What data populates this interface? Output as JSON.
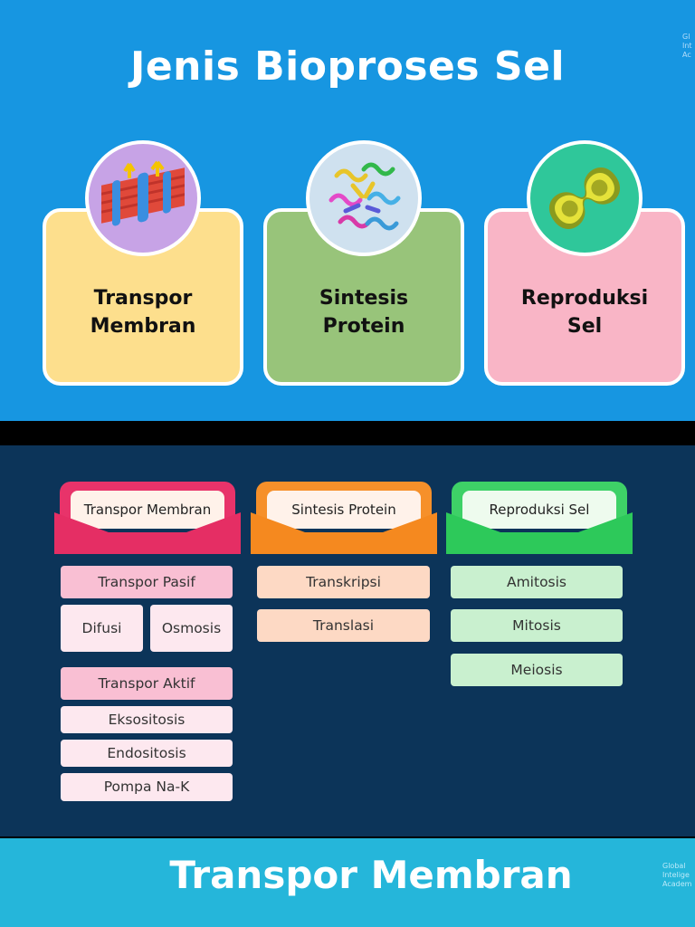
{
  "top_slide": {
    "title": "Jenis Bioproses Sel",
    "cards": [
      {
        "line1": "Transpor",
        "line2": "Membran",
        "color": "#fddf8d"
      },
      {
        "line1": "Sintesis",
        "line2": "Protein",
        "color": "#98c47a"
      },
      {
        "line1": "Reproduksi",
        "line2": "Sel",
        "color": "#f9b5c6"
      }
    ]
  },
  "middle_panel": {
    "columns": [
      {
        "header": "Transpor Membran",
        "tab_color": "#e8336a",
        "front_color": "#e52e64",
        "items": {
          "transpor_pasif": "Transpor Pasif",
          "difusi": "Difusi",
          "osmosis": "Osmosis",
          "transpor_aktif": "Transpor Aktif",
          "eksositosis": "Eksositosis",
          "endositosis": "Endositosis",
          "pompa": "Pompa Na-K"
        }
      },
      {
        "header": "Sintesis Protein",
        "tab_color": "#f6902a",
        "front_color": "#f5891f",
        "items": [
          "Transkripsi",
          "Translasi"
        ]
      },
      {
        "header": "Reproduksi Sel",
        "tab_color": "#3ed167",
        "front_color": "#2dc95a",
        "items": [
          "Amitosis",
          "Mitosis",
          "Meiosis"
        ]
      }
    ]
  },
  "bottom_slide": {
    "title": "Transpor Membran"
  },
  "colors": {
    "top_bg": "#1796e1",
    "mid_bg": "#0c3459",
    "bottom_bg": "#25b6da",
    "pink_strong": "#f9bfd3",
    "pink_light": "#fde8ef",
    "peach": "#fdd9c4",
    "mint": "#c9f0cf"
  }
}
